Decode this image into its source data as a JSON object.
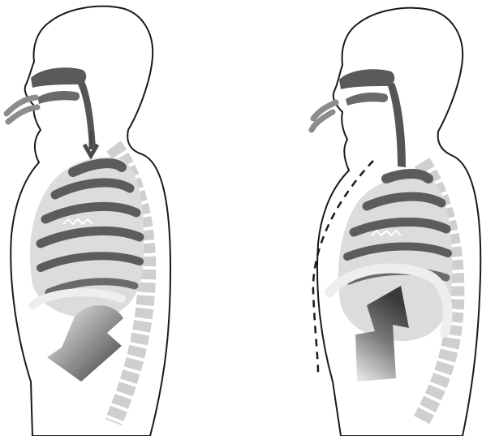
{
  "colors": {
    "outline": "#1a1a1a",
    "airway": "#5a5a5a",
    "airway_light": "#9a9a9a",
    "rib": "#d6d6d6",
    "rib_gap": "#5c5c5c",
    "spine": "#c9c9c9",
    "arrow_dark": "#4a4a4a",
    "arrow_light": "#e8e8e8",
    "background": "#ffffff"
  },
  "figures": [
    {
      "id": "inhalation",
      "air_direction": "in",
      "diaphragm_arrow": "down",
      "chest_wall_marker": "none"
    },
    {
      "id": "exhalation",
      "air_direction": "out",
      "diaphragm_arrow": "up",
      "chest_wall_marker": "dashed-line"
    }
  ]
}
